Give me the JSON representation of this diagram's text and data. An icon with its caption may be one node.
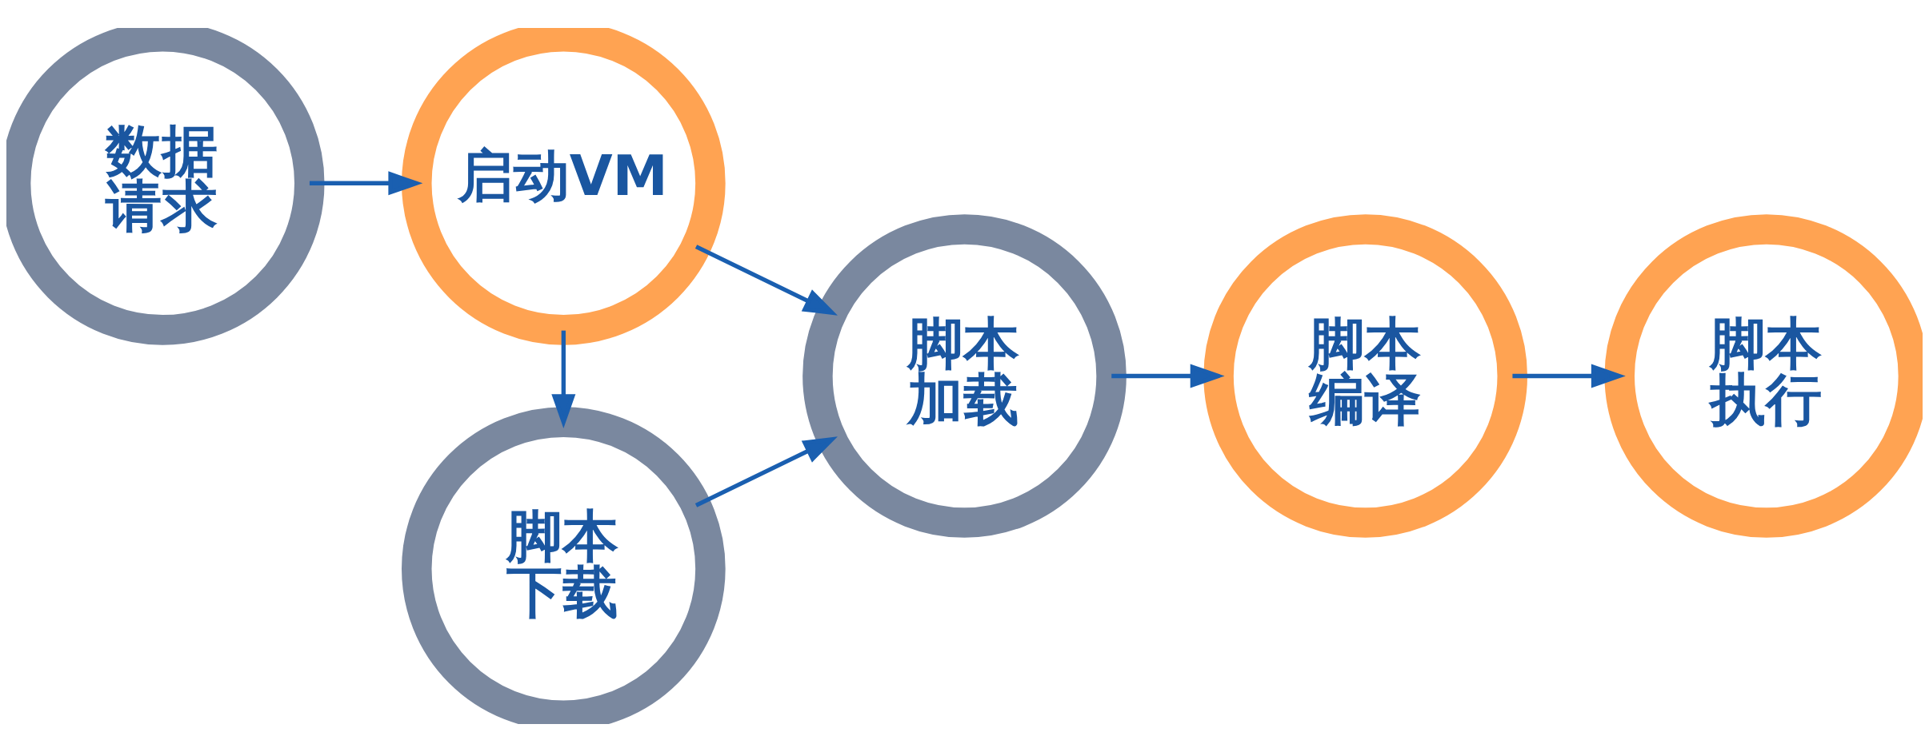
{
  "diagram": {
    "nodes": [
      {
        "text": [
          "数据请求"
        ]
      },
      {
        "text": [
          "启动VM"
        ]
      },
      {
        "text": [
          "脚本加载"
        ]
      },
      {
        "text": [
          "脚本下载"
        ]
      },
      {
        "text": [
          "脚本编译"
        ]
      },
      {
        "text": [
          "脚本执行"
        ]
      }
    ],
    "edges": [
      {
        "from": 0,
        "to": 1,
        "arrow": "to"
      },
      {
        "from": 1,
        "to": 2,
        "arrow": "to"
      },
      {
        "from": 1,
        "to": 3,
        "arrow": "to"
      },
      {
        "from": 3,
        "to": 2,
        "arrow": "to"
      },
      {
        "from": 2,
        "to": 4,
        "arrow": "to"
      },
      {
        "from": 4,
        "to": 5,
        "arrow": "to"
      }
    ]
  }
}
